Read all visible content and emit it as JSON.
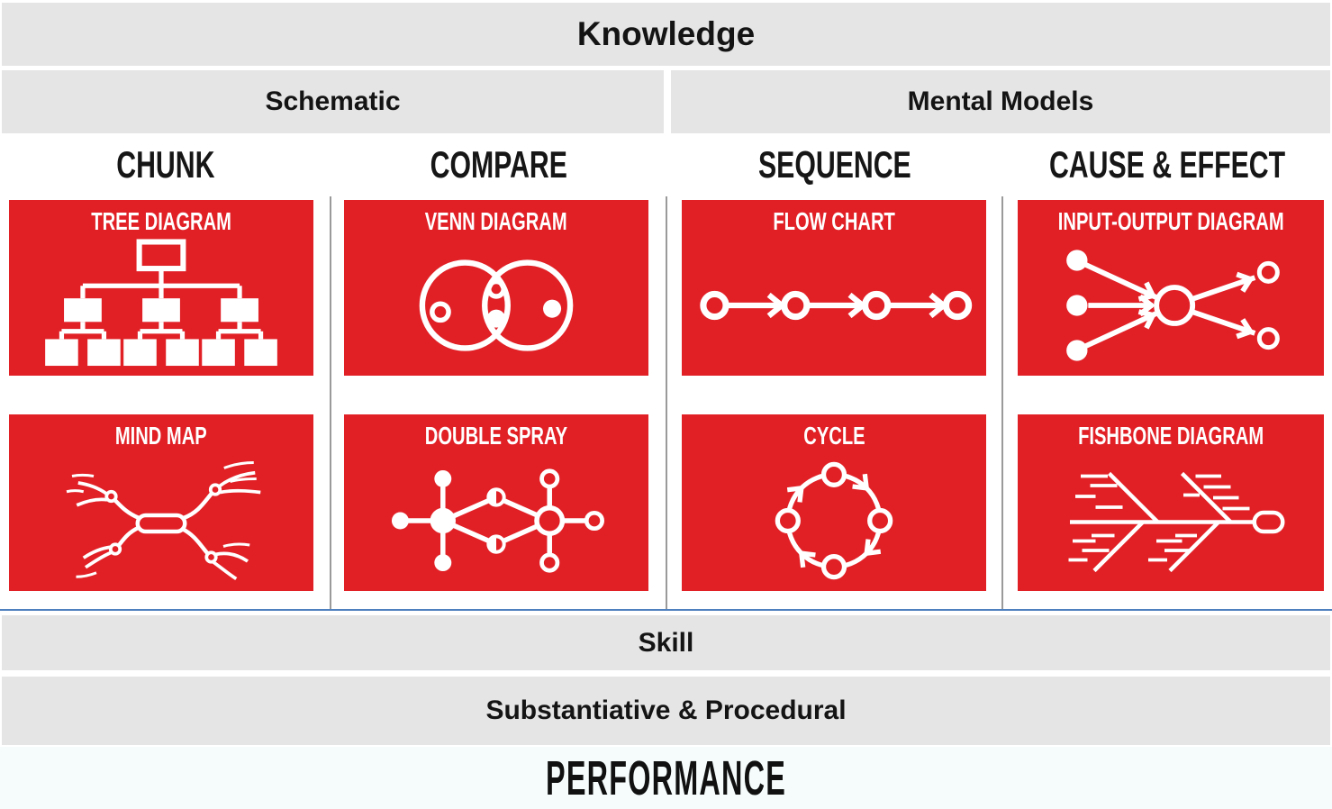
{
  "palette": {
    "card_red": "#E12026",
    "bar_gray": "#E5E5E5",
    "divider_gray": "#9A9A9A",
    "blue_line": "#4E7FBE",
    "footer_bg": "#F6FCFC",
    "icon_white": "#FFFFFF",
    "text_black": "#141414"
  },
  "header": {
    "title": "Knowledge"
  },
  "groups": [
    {
      "label": "Schematic"
    },
    {
      "label": "Mental Models"
    }
  ],
  "columns": [
    {
      "label": "CHUNK"
    },
    {
      "label": "COMPARE"
    },
    {
      "label": "SEQUENCE"
    },
    {
      "label": "CAUSE & EFFECT"
    }
  ],
  "cards": [
    {
      "title": "TREE DIAGRAM",
      "icon": "tree-diagram-icon",
      "column": "CHUNK"
    },
    {
      "title": "VENN DIAGRAM",
      "icon": "venn-diagram-icon",
      "column": "COMPARE"
    },
    {
      "title": "FLOW CHART",
      "icon": "flow-chart-icon",
      "column": "SEQUENCE"
    },
    {
      "title": "INPUT-OUTPUT DIAGRAM",
      "icon": "input-output-diagram-icon",
      "column": "CAUSE & EFFECT"
    },
    {
      "title": "MIND MAP",
      "icon": "mind-map-icon",
      "column": "CHUNK"
    },
    {
      "title": "DOUBLE SPRAY",
      "icon": "double-spray-icon",
      "column": "COMPARE"
    },
    {
      "title": "CYCLE",
      "icon": "cycle-icon",
      "column": "SEQUENCE"
    },
    {
      "title": "FISHBONE DIAGRAM",
      "icon": "fishbone-diagram-icon",
      "column": "CAUSE & EFFECT"
    }
  ],
  "footer": {
    "skill_label": "Skill",
    "subtitle": "Substantiative & Procedural",
    "performance_label": "PERFORMANCE"
  }
}
